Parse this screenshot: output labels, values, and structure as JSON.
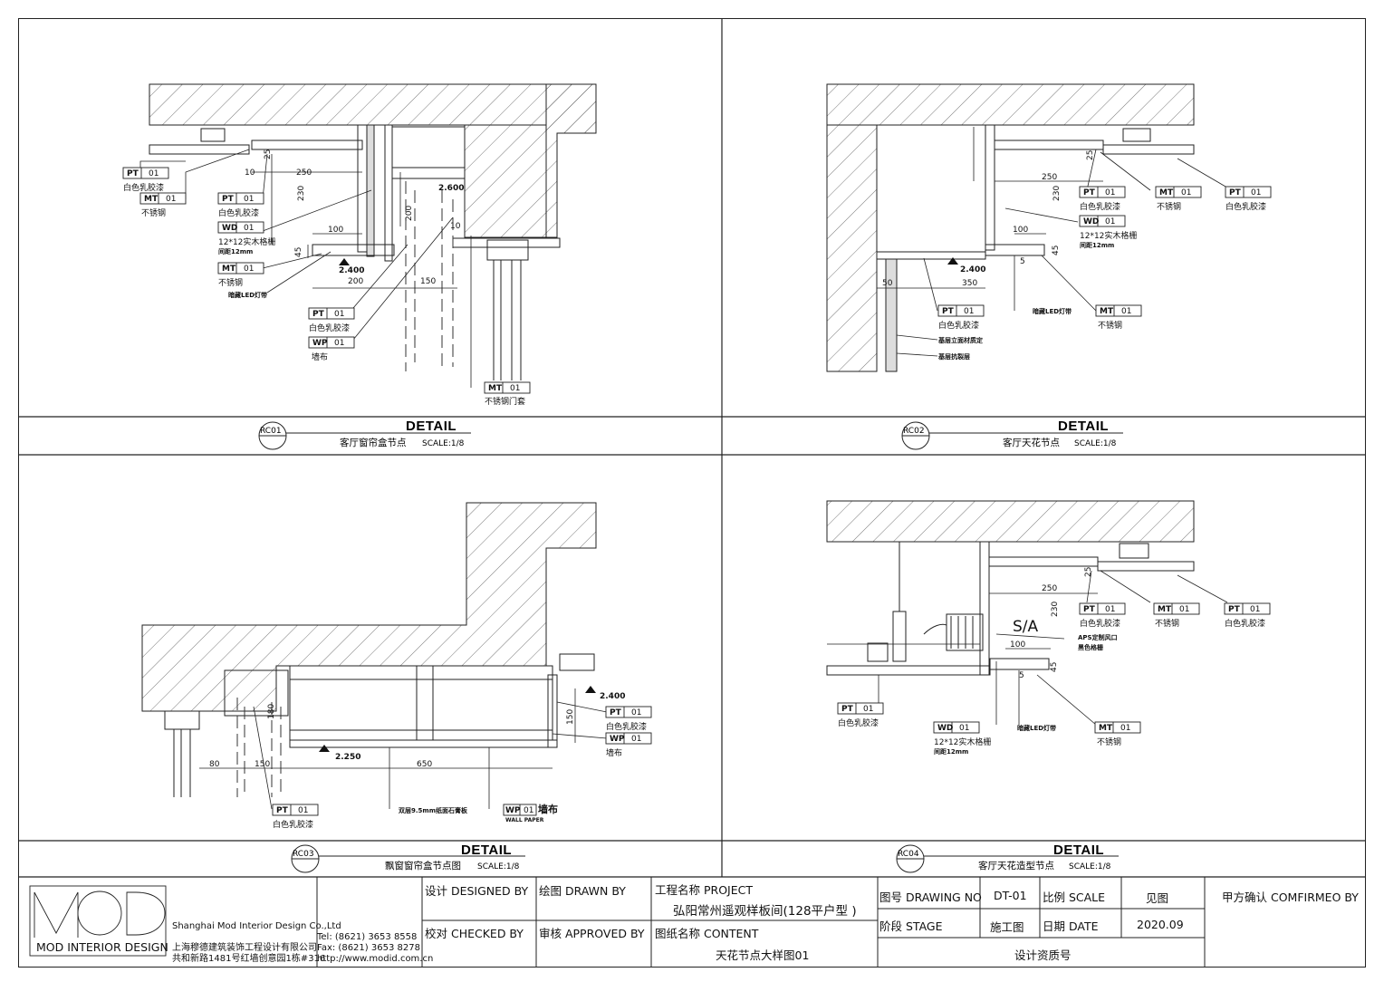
{
  "details": [
    {
      "id": "RC01",
      "heading": "DETAIL",
      "name": "客厅窗帘盒节点",
      "scale": "SCALE:1/8",
      "tags": [
        {
          "code": "PT",
          "num": "01",
          "desc": "白色乳胶漆"
        },
        {
          "code": "MT",
          "num": "01",
          "desc": "不锈钢"
        },
        {
          "code": "PT",
          "num": "01",
          "desc": "白色乳胶漆"
        },
        {
          "code": "WD",
          "num": "01",
          "desc": "12*12实木格栅",
          "desc2": "间距12mm"
        },
        {
          "code": "MT",
          "num": "01",
          "desc": "不锈钢"
        },
        {
          "code": "PT",
          "num": "01",
          "desc": "白色乳胶漆"
        },
        {
          "code": "WP",
          "num": "01",
          "desc": "墙布"
        },
        {
          "code": "MT",
          "num": "01",
          "desc": "不锈钢门套"
        }
      ],
      "notes": [
        "暗藏LED灯带"
      ],
      "dims": [
        "25",
        "10",
        "250",
        "230",
        "100",
        "45",
        "200",
        "150",
        "200",
        "10"
      ],
      "levels": [
        "2.400",
        "2.600"
      ]
    },
    {
      "id": "RC02",
      "heading": "DETAIL",
      "name": "客厅天花节点",
      "scale": "SCALE:1/8",
      "tags": [
        {
          "code": "PT",
          "num": "01",
          "desc": "白色乳胶漆"
        },
        {
          "code": "MT",
          "num": "01",
          "desc": "不锈钢"
        },
        {
          "code": "PT",
          "num": "01",
          "desc": "白色乳胶漆"
        },
        {
          "code": "WD",
          "num": "01",
          "desc": "12*12实木格栅",
          "desc2": "间距12mm"
        },
        {
          "code": "PT",
          "num": "01",
          "desc": "白色乳胶漆"
        },
        {
          "code": "MT",
          "num": "01",
          "desc": "不锈钢"
        }
      ],
      "notes": [
        "暗藏LED灯带",
        "基层立面材质定",
        "基层抗裂层"
      ],
      "dims": [
        "25",
        "250",
        "230",
        "100",
        "45",
        "5",
        "50",
        "350"
      ],
      "levels": [
        "2.400"
      ]
    },
    {
      "id": "RC03",
      "heading": "DETAIL",
      "name": "飘窗窗帘盒节点图",
      "scale": "SCALE:1/8",
      "tags": [
        {
          "code": "PT",
          "num": "01",
          "desc": "白色乳胶漆"
        },
        {
          "code": "WP",
          "num": "01",
          "desc": "墙布"
        },
        {
          "code": "PT",
          "num": "01",
          "desc": "白色乳胶漆"
        },
        {
          "code": "WP",
          "num": "01",
          "desc": "墙布",
          "desc2": "WALL PAPER"
        }
      ],
      "notes": [
        "双层9.5mm纸面石膏板"
      ],
      "dims": [
        "180",
        "80",
        "150",
        "650",
        "150"
      ],
      "levels": [
        "2.400",
        "2.250"
      ]
    },
    {
      "id": "RC04",
      "heading": "DETAIL",
      "name": "客厅天花造型节点",
      "scale": "SCALE:1/8",
      "tags": [
        {
          "code": "PT",
          "num": "01",
          "desc": "白色乳胶漆"
        },
        {
          "code": "MT",
          "num": "01",
          "desc": "不锈钢"
        },
        {
          "code": "PT",
          "num": "01",
          "desc": "白色乳胶漆"
        },
        {
          "code": "PT",
          "num": "01",
          "desc": "白色乳胶漆"
        },
        {
          "code": "WD",
          "num": "01",
          "desc": "12*12实木格栅",
          "desc2": "间距12mm"
        },
        {
          "code": "MT",
          "num": "01",
          "desc": "不锈钢"
        }
      ],
      "notes": [
        "暗藏LED灯带",
        "APS定制风口",
        "黑色格栅"
      ],
      "dims": [
        "25",
        "250",
        "230",
        "100",
        "45",
        "5"
      ],
      "levels": [],
      "symbol": "S/A"
    }
  ],
  "title_block": {
    "logo_text": "MOD",
    "logo_caption": "MOD INTERIOR DESIGN",
    "company_en": "Shanghai Mod Interior Design Co.,Ltd",
    "company_cn": "上海穆德建筑装饰工程设计有限公司",
    "address": "共和新路1481号红墙创意园1栋#316",
    "tel": "Tel: (8621) 3653 8558",
    "fax": "Fax: (8621) 3653 8278",
    "web": "http://www.modid.com.cn",
    "designed_by": "设计 DESIGNED BY",
    "drawn_by": "绘图 DRAWN BY",
    "checked_by": "校对 CHECKED BY",
    "approved_by": "审核 APPROVED BY",
    "project_label": "工程名称 PROJECT",
    "project_value": "弘阳常州遥观样板间(128平户型 )",
    "content_label": "图纸名称 CONTENT",
    "content_value": "天花节点大样图01",
    "drawing_no_label": "图号 DRAWING NO",
    "drawing_no_value": "DT-01",
    "scale_label": "比例 SCALE",
    "scale_value": "见图",
    "stage_label": "阶段 STAGE",
    "stage_value": "施工图",
    "date_label": "日期 DATE",
    "date_value": "2020.09",
    "qualification": "设计资质号",
    "confirm_label": "甲方确认 COMFIRMEO BY"
  }
}
